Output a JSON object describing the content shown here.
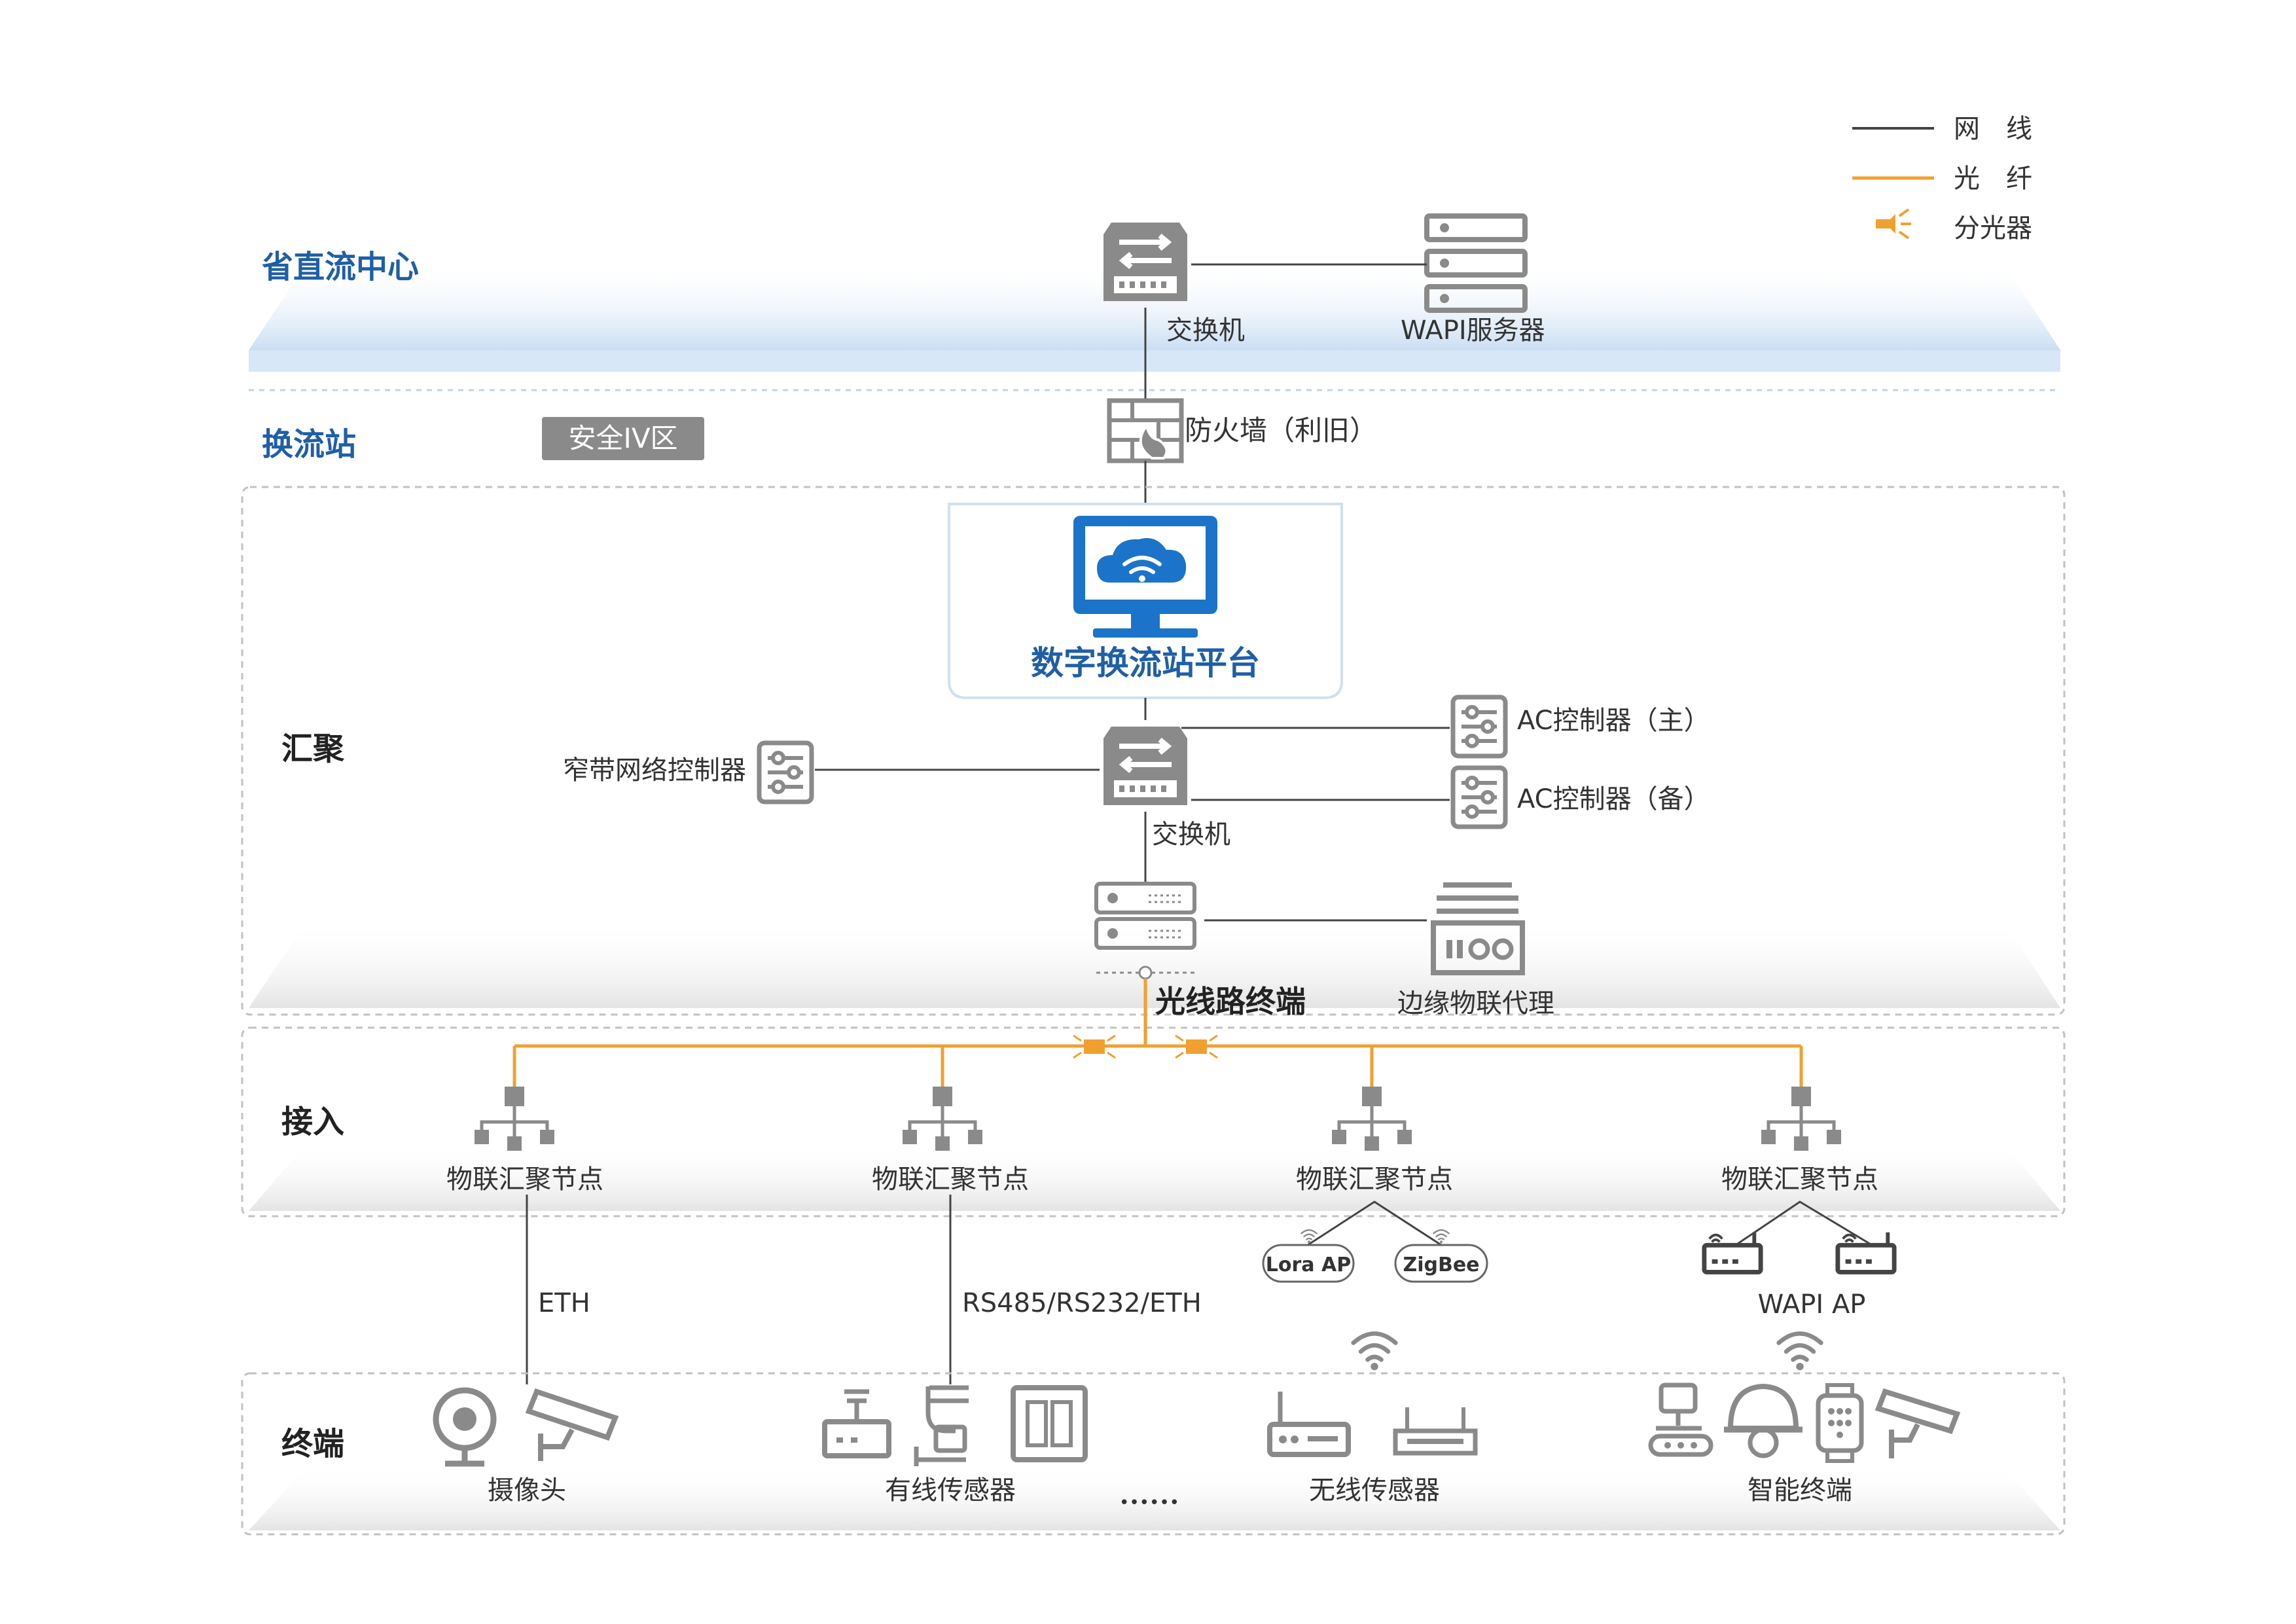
{
  "legend": {
    "cable": "网　线",
    "fiber": "光　纤",
    "splitter": "分光器",
    "colors": {
      "cable": "#444444",
      "fiber": "#f0a030",
      "zone_blue": "#1f5fa6",
      "platform": "#1b74c9",
      "icon_gray": "#8a8a8a"
    }
  },
  "zones": {
    "province": "省直流中心",
    "station": "换流站",
    "security_badge": "安全IV区",
    "aggregation": "汇聚",
    "access": "接入",
    "terminal": "终端"
  },
  "province": {
    "switch": "交换机",
    "wapi_server": "WAPI服务器"
  },
  "station": {
    "firewall": "防火墙（利旧）",
    "platform": "数字换流站平台",
    "narrowband_controller": "窄带网络控制器",
    "switch": "交换机",
    "ac_main": "AC控制器（主）",
    "ac_backup": "AC控制器（备）",
    "olt": "光线路终端",
    "edge_proxy": "边缘物联代理"
  },
  "access": {
    "nodes": [
      "物联汇聚节点",
      "物联汇聚节点",
      "物联汇聚节点",
      "物联汇聚节点"
    ],
    "link_eth": "ETH",
    "link_serial": "RS485/RS232/ETH",
    "lora_ap": "Lora AP",
    "zigbee": "ZigBee",
    "wapi_ap": "WAPI AP"
  },
  "terminals": {
    "camera": "摄像头",
    "wired_sensor": "有线传感器",
    "wireless_sensor": "无线传感器",
    "smart_terminal": "智能终端",
    "ellipsis": "••••••"
  },
  "icons": [
    "switch-icon",
    "server-icon",
    "firewall-icon",
    "monitor-cloud-icon",
    "controller-icon",
    "olt-icon",
    "edge-proxy-icon",
    "hierarchy-icon",
    "wifi-icon",
    "router-icon",
    "webcam-icon",
    "cctv-icon",
    "sensor-icon",
    "robot-icon",
    "helmet-icon",
    "watch-icon"
  ]
}
